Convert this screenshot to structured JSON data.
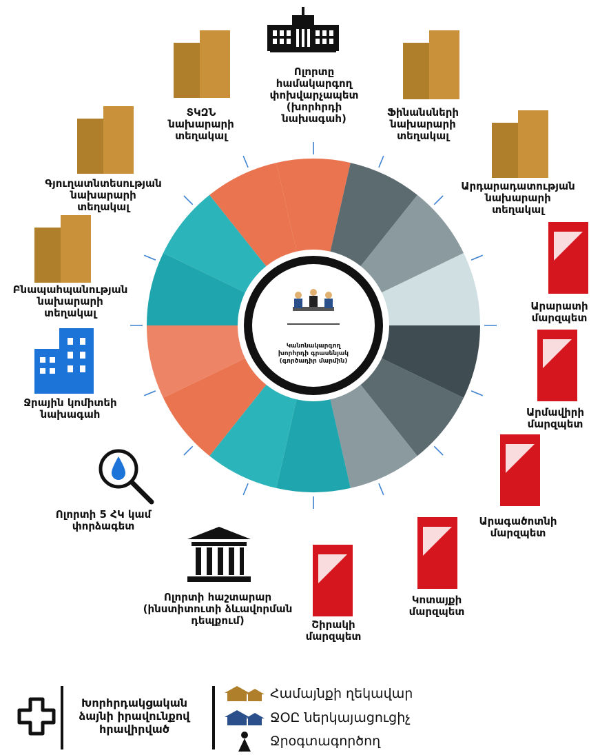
{
  "center": {
    "label": "Կանոնակարգող\nխորհրդի գրասենյակ\n(գործադիր մարմին)"
  },
  "labels": {
    "ministry_tkzn": "ՏԿԶՆ\nնախարարի\nտեղակալ",
    "govt_officer": "Ոլորտը\nհամակարգող\nփոխվարչապետ\n(խորհրդի\nնախագահ)",
    "ministry_finance": "Ֆինանսների\nնախարարի\nտեղակալ",
    "ministry_agri": "Գյուղատնտեսության\nնախարարի\nտեղակալ",
    "ministry_justice": "Արդարադատության\nնախարարի\nտեղակալ",
    "ministry_nature": "Բնապահպանության\nնախարարի\nտեղակալ",
    "ararat": "Արարատի\nմարզպետ",
    "water_committee": "Ջրային կոմիտեի\nնախագահ",
    "armavir": "Արմավիրի\nմարզպետ",
    "expert": "Ոլորտի 5 ՀԿ կամ\nփորձագետ",
    "aragatsotn": "Արագածոտնի\nմարզպետ",
    "academic": "Ոլորտի հաշտարար\n(ինստիտուտի ձևավորման\nդեպքում)",
    "kotayk": "Կոտայքի\nմարզպետ",
    "shirak": "Շիրակի\nմարզպետ"
  },
  "legend": {
    "invited": "Խորհրդակցական\nձայնի իրավունքով\nհրավիրված",
    "community_head": "Համայնքի ղեկավար",
    "lsg_rep": "ՋՕԸ ներկայացուցիչ",
    "water_user": "Ջրօգտագործող"
  },
  "colors": {
    "orange": "#e9744f",
    "orange_light": "#ee8466",
    "teal": "#1fa5ad",
    "teal_light": "#2cb4bb",
    "gray_dark": "#5b6b70",
    "gray_mid": "#8a9a9f",
    "gray_light": "#b8c9cc",
    "gray_lighter": "#cfdfe2",
    "gray_deep": "#3f4d52",
    "building_brown": "#b07f2b",
    "region_red": "#d6161e",
    "water_blue": "#1d74d8",
    "tick_blue": "#3a7fd0"
  },
  "segments": [
    "orange",
    "gray_dark",
    "gray_mid",
    "gray_lighter",
    "gray_deep",
    "gray_dark",
    "gray_mid",
    "teal",
    "teal_light",
    "orange",
    "orange_light",
    "teal",
    "teal_light",
    "orange"
  ]
}
